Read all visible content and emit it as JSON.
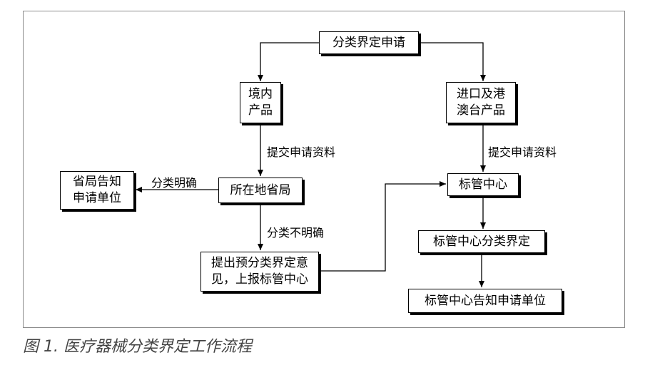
{
  "nodes": {
    "apply": "分类界定申请",
    "domestic": "境内\n产品",
    "imported": "进口及港\n澳台产品",
    "provincial": "所在地省局",
    "notify_left": "省局告知\n申请单位",
    "center": "标管中心",
    "proposal": "提出预分类界定意\n见，上报标管中心",
    "center_classify": "标管中心分类界定",
    "center_notify": "标管中心告知申请单位"
  },
  "edges": {
    "submit_left": "提交申请资料",
    "submit_right": "提交申请资料",
    "clear": "分类明确",
    "unclear": "分类不明确"
  },
  "caption": "图 1. 医疗器械分类界定工作流程"
}
